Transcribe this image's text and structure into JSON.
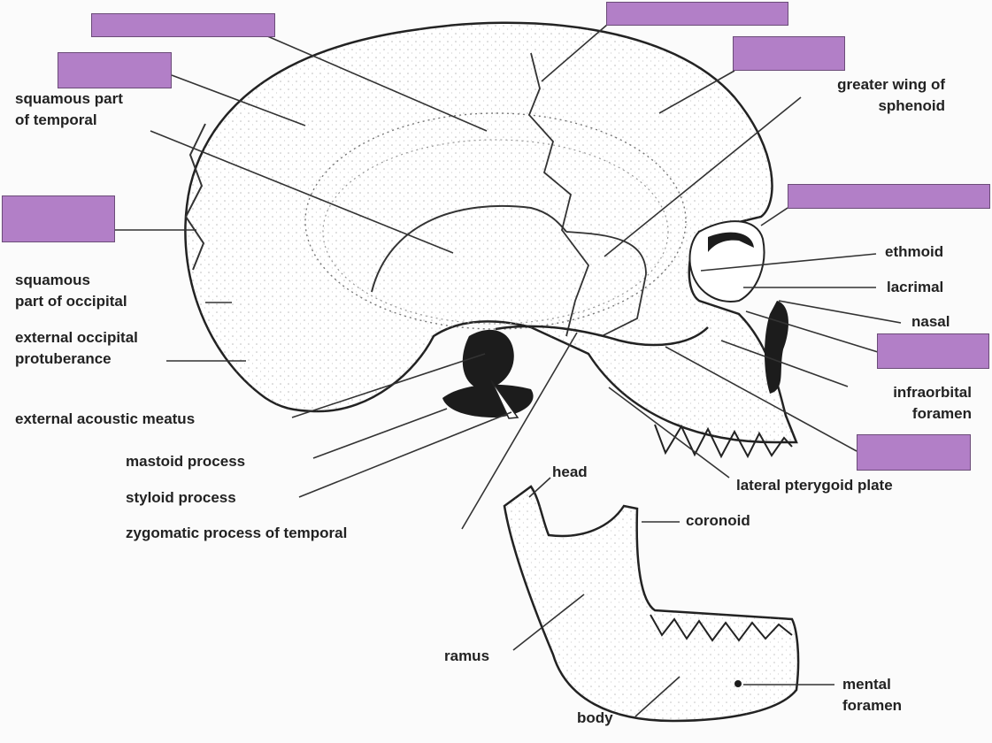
{
  "colors": {
    "blank_box_fill": "#b27fc7",
    "blank_box_border": "#6b4c78",
    "line": "#333333",
    "bone_fill": "#ffffff",
    "dark_fill": "#1c1c1c"
  },
  "labels": {
    "squamous_temporal": "squamous part\nof temporal",
    "greater_wing_sphenoid": "greater wing of\nsphenoid",
    "squamous_occipital": "squamous\npart of occipital",
    "external_occipital_protuberance": "external occipital\nprotuberance",
    "external_acoustic_meatus": "external acoustic meatus",
    "mastoid_process": "mastoid process",
    "styloid_process": "styloid process",
    "zygomatic_process_temporal": "zygomatic process of temporal",
    "ethmoid": "ethmoid",
    "lacrimal": "lacrimal",
    "nasal": "nasal",
    "infraorbital_foramen": "infraorbital\nforamen",
    "lateral_pterygoid_plate": "lateral pterygoid plate",
    "head": "head",
    "coronoid": "coronoid",
    "ramus": "ramus",
    "body": "body",
    "mental_foramen": "mental\nforamen"
  },
  "blank_boxes": [
    "parietal-blank",
    "coronal-suture-blank",
    "frontal-blank",
    "temporal-lines-blank",
    "lambdoid-suture-blank",
    "orbit-blank",
    "zygomatic-blank",
    "maxilla-blank"
  ]
}
